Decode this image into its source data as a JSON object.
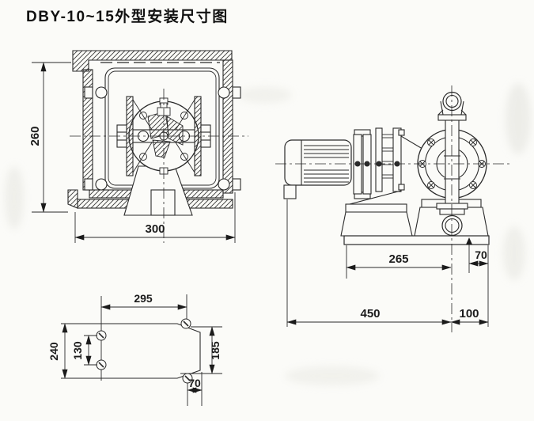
{
  "title": "DBY-10~15外型安装尺寸图",
  "views": {
    "front": {
      "name": "pump front sectional view",
      "dim_height": "260",
      "dim_width": "300"
    },
    "side": {
      "name": "pump side view with motor",
      "dim_base_to_center": "265",
      "dim_center_to_base_edge": "70",
      "dim_overall_to_center": "450",
      "dim_center_to_right": "100"
    },
    "plan": {
      "name": "base plate plan view",
      "dim_bolt_span": "295",
      "dim_plate_width": "240",
      "dim_left_bolt_spacing": "130",
      "dim_right_bolt_spacing": "185",
      "dim_edge_offset": "70"
    }
  },
  "colors": {
    "ink": "#222222",
    "paper": "#fbfbf8"
  }
}
